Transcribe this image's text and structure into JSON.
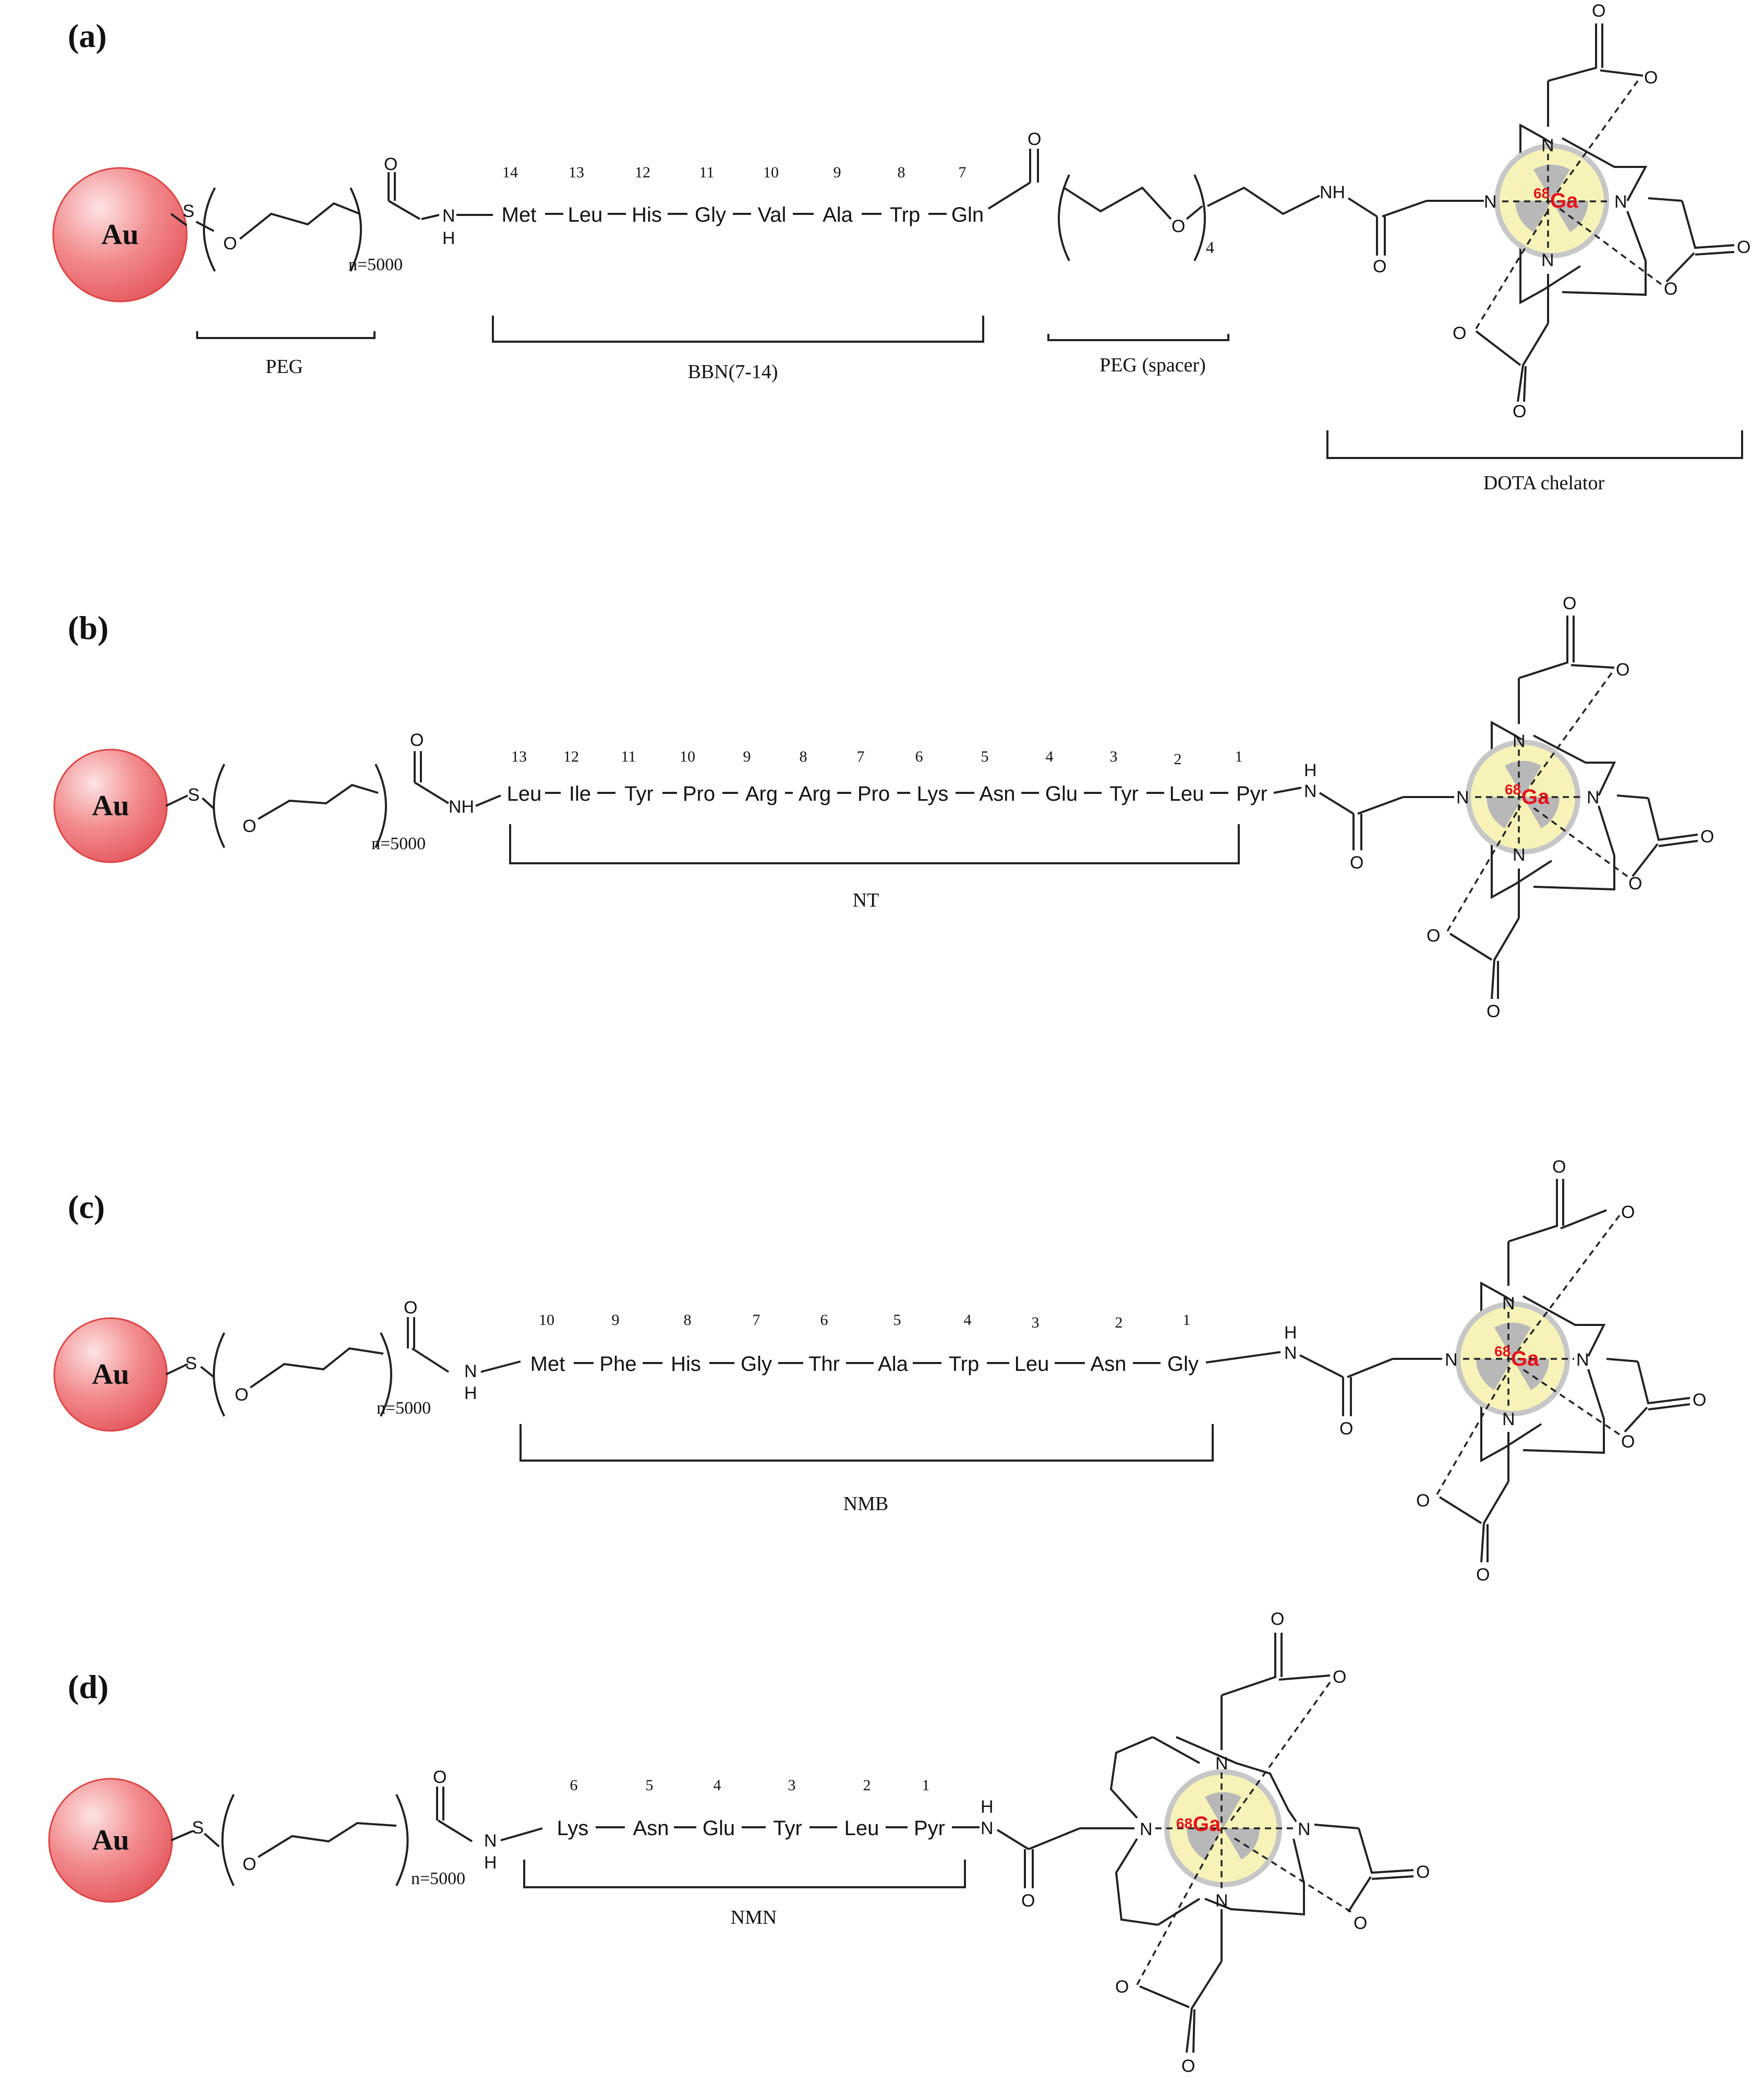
{
  "colors": {
    "gold_particle": "#f2898c",
    "gallium_label": "#e8101a",
    "radiation_disc": "#f7f3b8",
    "radiation_trefoil": "#b8b8b8"
  },
  "common": {
    "nanoparticle_label": "Au",
    "sulfur": "S",
    "oxygen": "O",
    "nitrogen": "N",
    "nh": "NH",
    "n_lower": "N",
    "h_lower": "H",
    "peg_repeat": "n=5000",
    "spacer_repeat": "4",
    "metal": "Ga",
    "isotope": "68"
  },
  "panels": [
    {
      "label": "(a)",
      "residues": [
        "Met",
        "Leu",
        "His",
        "Gly",
        "Val",
        "Ala",
        "Trp",
        "Gln"
      ],
      "numbers": [
        "14",
        "13",
        "12",
        "11",
        "10",
        "9",
        "8",
        "7"
      ],
      "brackets": [
        "PEG",
        "BBN(7-14)",
        "PEG (spacer)",
        "DOTA chelator"
      ]
    },
    {
      "label": "(b)",
      "residues": [
        "Leu",
        "Ile",
        "Tyr",
        "Pro",
        "Arg",
        "Arg",
        "Pro",
        "Lys",
        "Asn",
        "Glu",
        "Tyr",
        "Leu",
        "Pyr"
      ],
      "numbers": [
        "13",
        "12",
        "11",
        "10",
        "9",
        "8",
        "7",
        "6",
        "5",
        "4",
        "3",
        "2",
        "1"
      ],
      "brackets": [
        "NT"
      ]
    },
    {
      "label": "(c)",
      "residues": [
        "Met",
        "Phe",
        "His",
        "Gly",
        "Thr",
        "Ala",
        "Trp",
        "Leu",
        "Asn",
        "Gly"
      ],
      "numbers": [
        "10",
        "9",
        "8",
        "7",
        "6",
        "5",
        "4",
        "3",
        "2",
        "1"
      ],
      "brackets": [
        "NMB"
      ]
    },
    {
      "label": "(d)",
      "residues": [
        "Lys",
        "Asn",
        "Glu",
        "Tyr",
        "Leu",
        "Pyr"
      ],
      "numbers": [
        "6",
        "5",
        "4",
        "3",
        "2",
        "1"
      ],
      "brackets": [
        "NMN"
      ]
    }
  ]
}
